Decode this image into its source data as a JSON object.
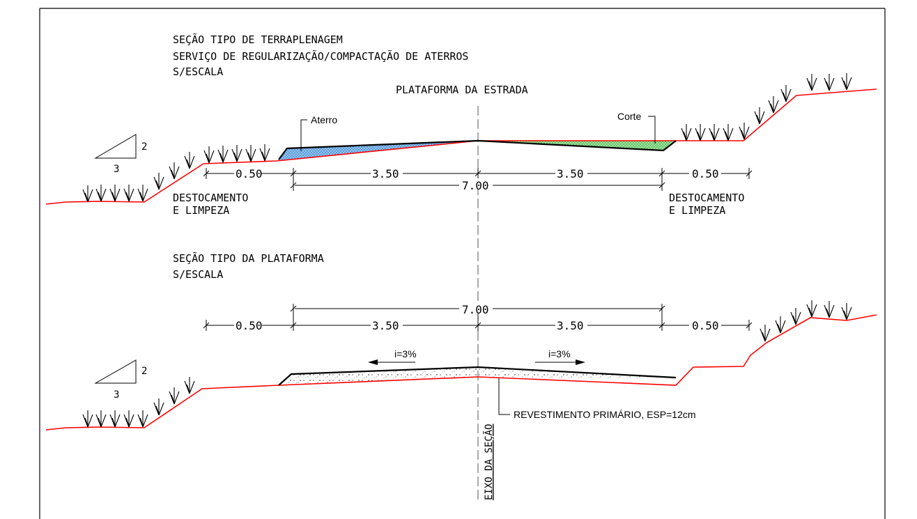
{
  "section1": {
    "title": "SEÇÃO TIPO DE TERRAPLENAGEM",
    "subtitle": "SERVIÇO DE REGULARIZAÇÃO/COMPACTAÇÃO DE ATERROS",
    "scale": "S/ESCALA",
    "platform_label": "PLATAFORMA DA ESTRADA",
    "fill_label": "Aterro",
    "cut_label": "Corte",
    "clearing_left_1": "DESTOCAMENTO",
    "clearing_left_2": "E LIMPEZA",
    "clearing_right_1": "DESTOCAMENTO",
    "clearing_right_2": "E LIMPEZA",
    "dims": {
      "shoulder_left": "0.50",
      "half_left": "3.50",
      "half_right": "3.50",
      "shoulder_right": "0.50",
      "total": "7.00"
    },
    "slope": {
      "rise": "2",
      "run": "3"
    }
  },
  "section2": {
    "title": "SEÇÃO TIPO DA PLATAFORMA",
    "scale": "S/ESCALA",
    "dims": {
      "shoulder_left": "0.50",
      "half_left": "3.50",
      "half_right": "3.50",
      "shoulder_right": "0.50",
      "total": "7.00"
    },
    "grade_left": "i=3%",
    "grade_right": "i=3%",
    "pavement_label": "REVESTIMENTO PRIMÁRIO, ESP=12cm",
    "axis_label": "EIXO DA SEÇÃO",
    "slope": {
      "rise": "2",
      "run": "3"
    }
  },
  "colors": {
    "terrain": "#ff0000",
    "fill_hatch": "#3a8fd8",
    "cut_hatch": "#3cb83c",
    "linework": "#000000",
    "centerline": "#555555"
  }
}
